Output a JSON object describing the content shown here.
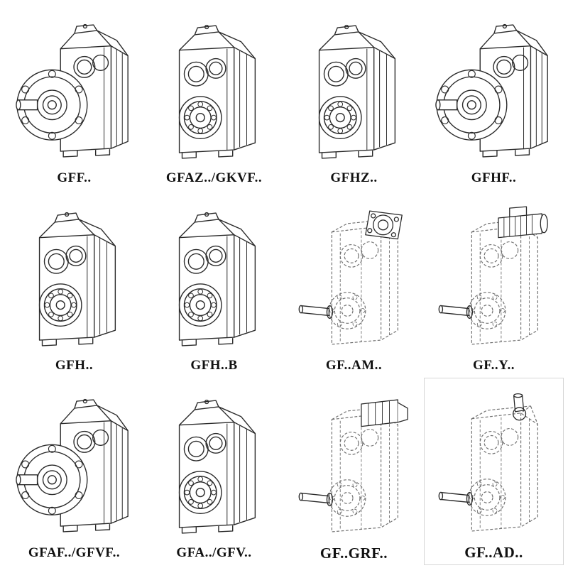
{
  "page": {
    "title": "Gearbox model variants catalog",
    "background": "#ffffff",
    "line_color": "#2a2a2a",
    "dashed_line_color": "#707070",
    "label_color": "#111111"
  },
  "grid": {
    "columns": 4,
    "rows": 3,
    "items": [
      {
        "label": "GFF..",
        "illustration": "gearbox-flange-output-icon",
        "style": "solid"
      },
      {
        "label": "GFAZ../GKVF..",
        "illustration": "gearbox-shaft-front-icon",
        "style": "solid"
      },
      {
        "label": "GFHZ..",
        "illustration": "gearbox-shaft-front-icon",
        "style": "solid"
      },
      {
        "label": "GFHF..",
        "illustration": "gearbox-flange-output-icon",
        "style": "solid"
      },
      {
        "label": "GFH..",
        "illustration": "gearbox-shaft-front-icon",
        "style": "solid"
      },
      {
        "label": "GFH..B",
        "illustration": "gearbox-shaft-front-icon",
        "style": "solid"
      },
      {
        "label": "GF..AM..",
        "illustration": "gearbox-input-flange-icon",
        "style": "dashed"
      },
      {
        "label": "GF..Y..",
        "illustration": "gearbox-motor-icon",
        "style": "dashed"
      },
      {
        "label": "GFAF../GFVF..",
        "illustration": "gearbox-flange-output-icon",
        "style": "solid"
      },
      {
        "label": "GFA../GFV..",
        "illustration": "gearbox-shaft-front-icon",
        "style": "solid"
      },
      {
        "label": "GF..GRF..",
        "illustration": "gearbox-adapter-icon",
        "style": "dashed"
      },
      {
        "label": "GF..AD..",
        "illustration": "gearbox-input-shaft-icon",
        "style": "dashed"
      }
    ]
  }
}
